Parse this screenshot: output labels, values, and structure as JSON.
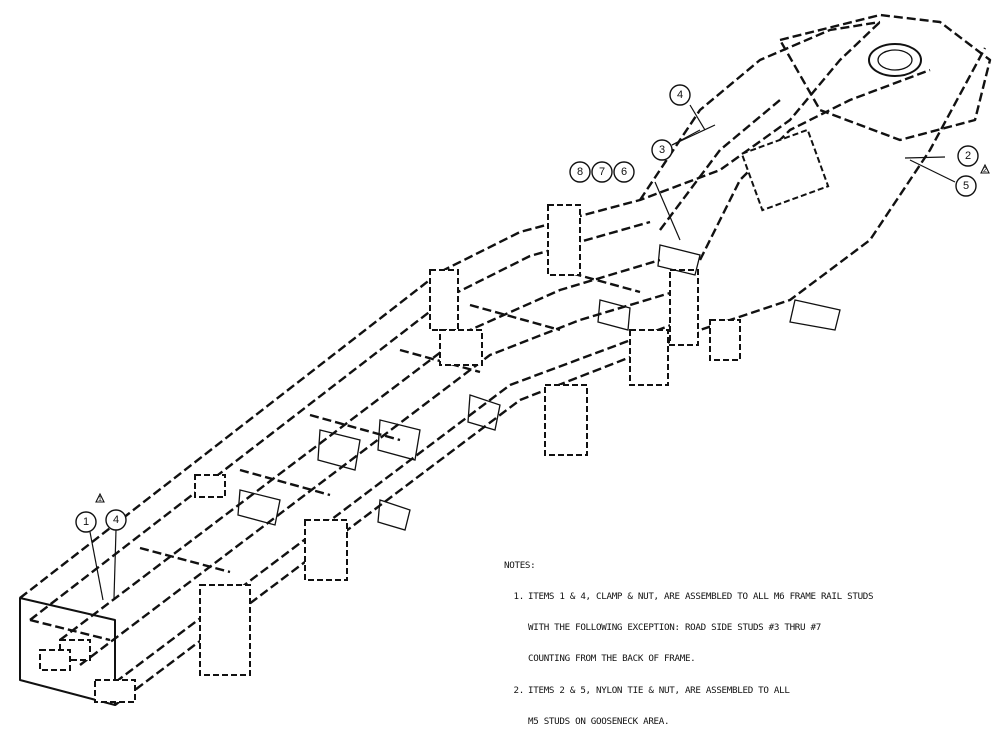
{
  "callouts": [
    {
      "id": "c1",
      "label": "1"
    },
    {
      "id": "c4a",
      "label": "4"
    },
    {
      "id": "c4b",
      "label": "4"
    },
    {
      "id": "c3",
      "label": "3"
    },
    {
      "id": "c8",
      "label": "8"
    },
    {
      "id": "c7",
      "label": "7"
    },
    {
      "id": "c6",
      "label": "6"
    },
    {
      "id": "c2",
      "label": "2"
    },
    {
      "id": "c5",
      "label": "5"
    }
  ],
  "revision_marks": [
    {
      "id": "rev-1",
      "label": "1"
    },
    {
      "id": "rev-2",
      "label": "2"
    }
  ],
  "notes": {
    "heading": "NOTES:",
    "items": [
      {
        "number": "1.",
        "lines": [
          "ITEMS 1 & 4, CLAMP & NUT, ARE ASSEMBLED TO ALL M6 FRAME RAIL STUDS",
          "WITH THE FOLLOWING EXCEPTION: ROAD SIDE STUDS #3 THRU #7",
          "COUNTING FROM THE BACK OF FRAME."
        ]
      },
      {
        "number": "2.",
        "lines": [
          "ITEMS 2 & 5, NYLON TIE & NUT, ARE ASSEMBLED TO ALL",
          "M5 STUDS ON GOOSENECK AREA."
        ]
      }
    ]
  }
}
